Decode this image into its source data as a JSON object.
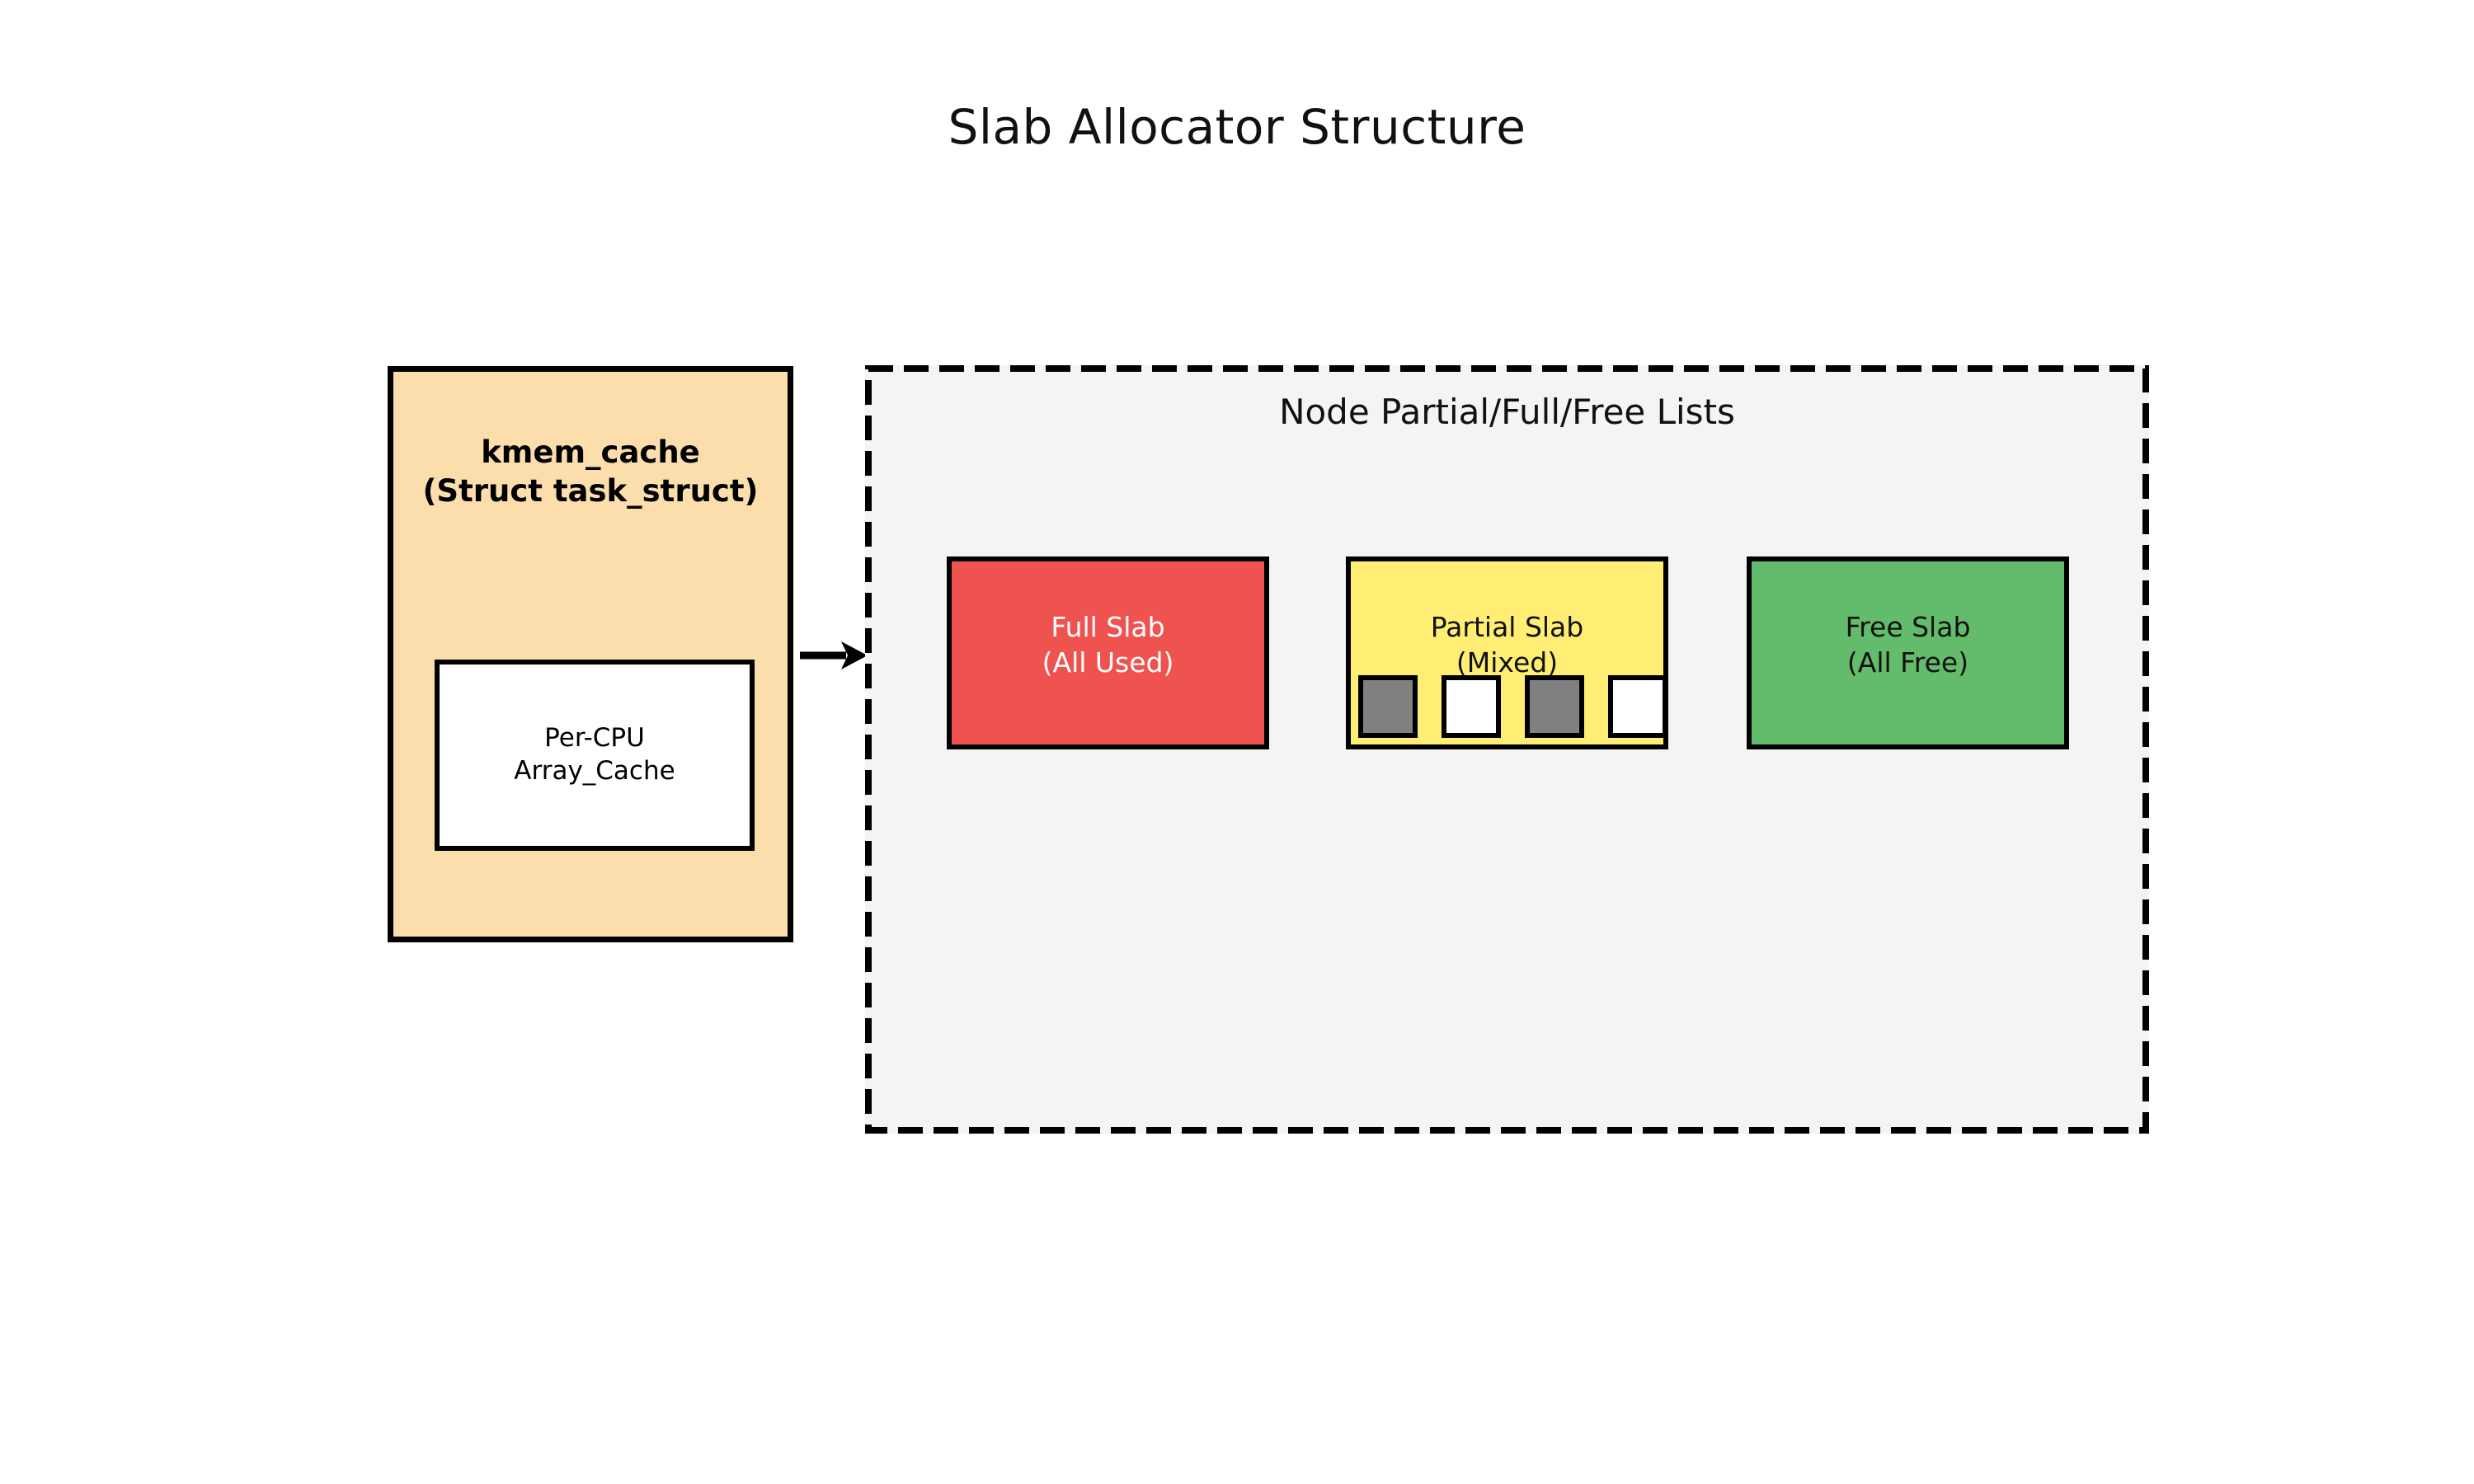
{
  "diagram": {
    "title": "Slab Allocator Structure",
    "background_color": "#ffffff"
  },
  "kmem_cache": {
    "title": "kmem_cache\n(Struct task_struct)",
    "fill_color": "#fbdeac",
    "border_color": "#000000",
    "inner_box": {
      "label": "Per-CPU\nArray_Cache",
      "fill_color": "#ffffff",
      "border_color": "#000000"
    }
  },
  "arrow": {
    "name": "cache-to-node-arrow",
    "direction": "right",
    "color": "#000000"
  },
  "node_lists": {
    "title": "Node Partial/Full/Free Lists",
    "fill_color": "#f4f4f4",
    "border_style": "dashed",
    "border_color": "#000000",
    "slabs": [
      {
        "id": "full-slab",
        "label": "Full Slab\n(All Used)",
        "fill_color": "#ef5350",
        "text_color": "#ffffff",
        "objects": []
      },
      {
        "id": "partial-slab",
        "label": "Partial Slab\n(Mixed)",
        "fill_color": "#ffee73",
        "text_color": "#111111",
        "objects": [
          {
            "state": "used",
            "color": "#808080"
          },
          {
            "state": "free",
            "color": "#ffffff"
          },
          {
            "state": "used",
            "color": "#808080"
          },
          {
            "state": "free",
            "color": "#ffffff"
          }
        ]
      },
      {
        "id": "free-slab",
        "label": "Free Slab\n(All Free)",
        "fill_color": "#63bb6c",
        "text_color": "#111111",
        "objects": []
      }
    ]
  }
}
